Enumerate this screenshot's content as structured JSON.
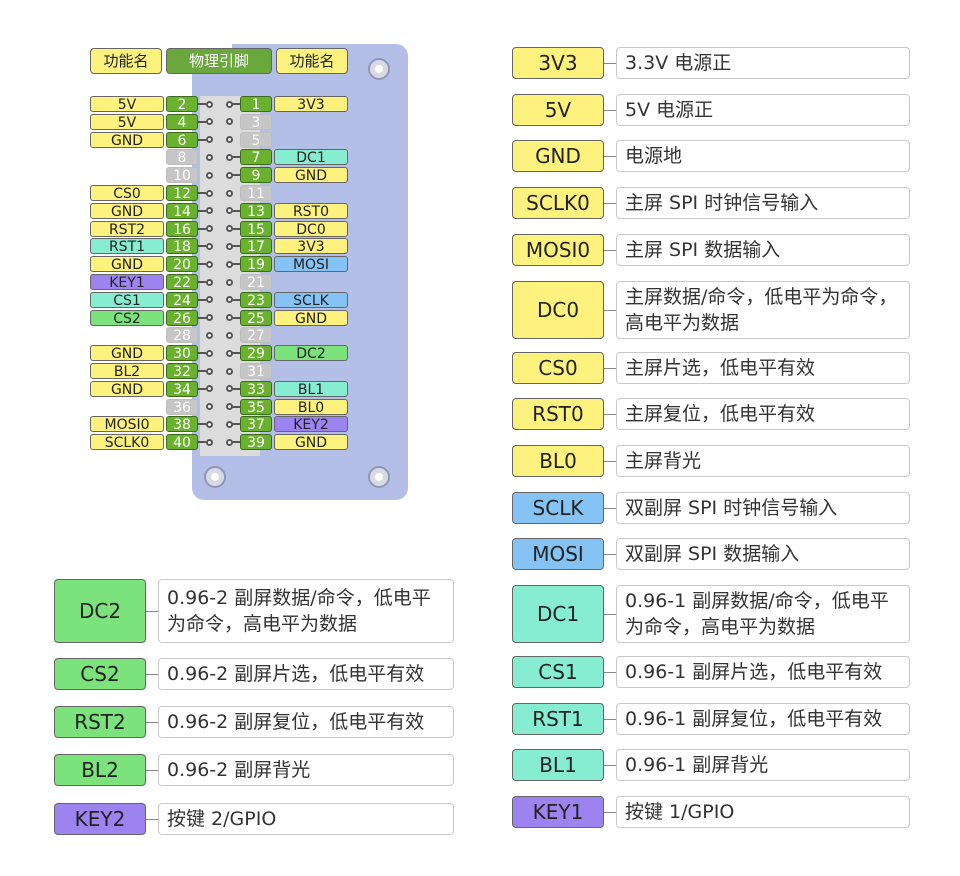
{
  "colors": {
    "yellow": "#fdf27d",
    "blue": "#84c3f3",
    "green": "#7ce37c",
    "mint": "#86edd0",
    "purple": "#9b84f0",
    "pin_green": "#6ab22e",
    "pin_gray": "#c6c6c6",
    "board": "#b4bfe7"
  },
  "header": {
    "left": "功能名",
    "middle": "物理引脚",
    "right": "功能名"
  },
  "pins": {
    "left": [
      {
        "num": "2",
        "func": "5V",
        "color": "yellow"
      },
      {
        "num": "4",
        "func": "5V",
        "color": "yellow"
      },
      {
        "num": "6",
        "func": "GND",
        "color": "yellow"
      },
      {
        "num": "8",
        "func": "",
        "color": ""
      },
      {
        "num": "10",
        "func": "",
        "color": ""
      },
      {
        "num": "12",
        "func": "CS0",
        "color": "yellow"
      },
      {
        "num": "14",
        "func": "GND",
        "color": "yellow"
      },
      {
        "num": "16",
        "func": "RST2",
        "color": "yellow"
      },
      {
        "num": "18",
        "func": "RST1",
        "color": "mint"
      },
      {
        "num": "20",
        "func": "GND",
        "color": "yellow"
      },
      {
        "num": "22",
        "func": "KEY1",
        "color": "purple"
      },
      {
        "num": "24",
        "func": "CS1",
        "color": "mint"
      },
      {
        "num": "26",
        "func": "CS2",
        "color": "green"
      },
      {
        "num": "28",
        "func": "",
        "color": ""
      },
      {
        "num": "30",
        "func": "GND",
        "color": "yellow"
      },
      {
        "num": "32",
        "func": "BL2",
        "color": "yellow"
      },
      {
        "num": "34",
        "func": "GND",
        "color": "yellow"
      },
      {
        "num": "36",
        "func": "",
        "color": ""
      },
      {
        "num": "38",
        "func": "MOSI0",
        "color": "yellow"
      },
      {
        "num": "40",
        "func": "SCLK0",
        "color": "yellow"
      }
    ],
    "right": [
      {
        "num": "1",
        "func": "3V3",
        "color": "yellow"
      },
      {
        "num": "3",
        "func": "",
        "color": ""
      },
      {
        "num": "5",
        "func": "",
        "color": ""
      },
      {
        "num": "7",
        "func": "DC1",
        "color": "mint"
      },
      {
        "num": "9",
        "func": "GND",
        "color": "yellow"
      },
      {
        "num": "11",
        "func": "",
        "color": ""
      },
      {
        "num": "13",
        "func": "RST0",
        "color": "yellow"
      },
      {
        "num": "15",
        "func": "DC0",
        "color": "yellow"
      },
      {
        "num": "17",
        "func": "3V3",
        "color": "yellow"
      },
      {
        "num": "19",
        "func": "MOSI",
        "color": "blue"
      },
      {
        "num": "21",
        "func": "",
        "color": ""
      },
      {
        "num": "23",
        "func": "SCLK",
        "color": "blue"
      },
      {
        "num": "25",
        "func": "GND",
        "color": "yellow"
      },
      {
        "num": "27",
        "func": "",
        "color": ""
      },
      {
        "num": "29",
        "func": "DC2",
        "color": "green"
      },
      {
        "num": "31",
        "func": "",
        "color": ""
      },
      {
        "num": "33",
        "func": "BL1",
        "color": "mint"
      },
      {
        "num": "35",
        "func": "BL0",
        "color": "yellow"
      },
      {
        "num": "37",
        "func": "KEY2",
        "color": "purple"
      },
      {
        "num": "39",
        "func": "GND",
        "color": "yellow"
      }
    ]
  },
  "legend_right": [
    {
      "key": "3V3",
      "desc": "3.3V 电源正",
      "color": "yellow"
    },
    {
      "key": "5V",
      "desc": "5V 电源正",
      "color": "yellow"
    },
    {
      "key": "GND",
      "desc": "电源地",
      "color": "yellow"
    },
    {
      "key": "SCLK0",
      "desc": "主屏 SPI 时钟信号输入",
      "color": "yellow"
    },
    {
      "key": "MOSI0",
      "desc": "主屏 SPI 数据输入",
      "color": "yellow"
    },
    {
      "key": "DC0",
      "desc": "主屏数据/命令，低电平为命令，高电平为数据",
      "color": "yellow",
      "tall": true
    },
    {
      "key": "CS0",
      "desc": "主屏片选，低电平有效",
      "color": "yellow"
    },
    {
      "key": "RST0",
      "desc": "主屏复位，低电平有效",
      "color": "yellow"
    },
    {
      "key": "BL0",
      "desc": "主屏背光",
      "color": "yellow"
    },
    {
      "key": "SCLK",
      "desc": "双副屏 SPI 时钟信号输入",
      "color": "blue"
    },
    {
      "key": "MOSI",
      "desc": "双副屏 SPI 数据输入",
      "color": "blue"
    },
    {
      "key": "DC1",
      "desc": "0.96-1 副屏数据/命令，低电平为命令，高电平为数据",
      "color": "mint",
      "tall": true
    },
    {
      "key": "CS1",
      "desc": "0.96-1 副屏片选，低电平有效",
      "color": "mint"
    },
    {
      "key": "RST1",
      "desc": "0.96-1 副屏复位，低电平有效",
      "color": "mint"
    },
    {
      "key": "BL1",
      "desc": "0.96-1 副屏背光",
      "color": "mint"
    },
    {
      "key": "KEY1",
      "desc": "按键 1/GPIO",
      "color": "purple"
    }
  ],
  "legend_left": [
    {
      "key": "DC2",
      "desc": "0.96-2 副屏数据/命令，低电平为命令，高电平为数据",
      "color": "green",
      "tall": true
    },
    {
      "key": "CS2",
      "desc": "0.96-2 副屏片选，低电平有效",
      "color": "green"
    },
    {
      "key": "RST2",
      "desc": "0.96-2 副屏复位，低电平有效",
      "color": "green"
    },
    {
      "key": "BL2",
      "desc": "0.96-2 副屏背光",
      "color": "green"
    },
    {
      "key": "KEY2",
      "desc": "按键 2/GPIO",
      "color": "purple"
    }
  ]
}
